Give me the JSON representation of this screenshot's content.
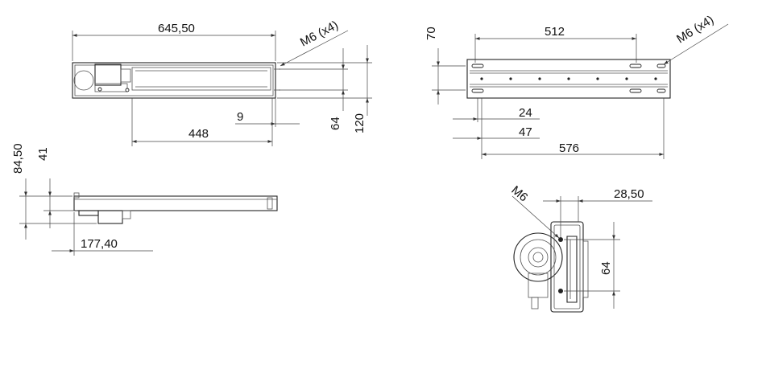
{
  "views": {
    "top": {
      "overall_length": "645,50",
      "thread_callout": "M6 (x4)",
      "inner_length": "448",
      "offset": "9",
      "hole_pitch": "64",
      "total_width": "120"
    },
    "bottom_plate": {
      "offset_height": "70",
      "hole_spacing": "512",
      "thread_callout": "M6 (x4)",
      "offset_a": "24",
      "offset_b": "47",
      "length": "576"
    },
    "side": {
      "total_height": "84,50",
      "beam_height": "41",
      "motor_length": "177,40"
    },
    "end": {
      "thread_callout": "M6",
      "offset": "28,50",
      "hole_pitch": "64"
    }
  },
  "colors": {
    "line": "#222222",
    "dimension": "#444444"
  }
}
